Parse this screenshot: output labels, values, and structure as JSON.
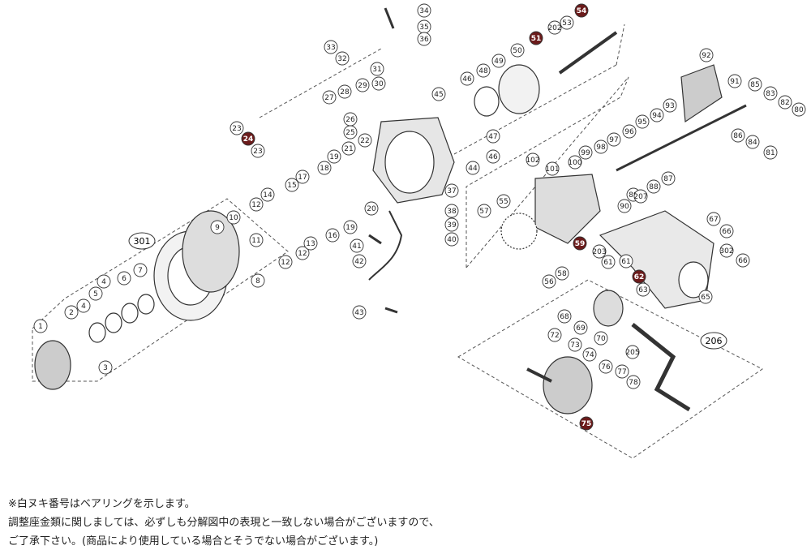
{
  "labels": [
    {
      "id": "1"
    },
    {
      "id": "2"
    },
    {
      "id": "3"
    },
    {
      "id": "4"
    },
    {
      "id": "4"
    },
    {
      "id": "5"
    },
    {
      "id": "6"
    },
    {
      "id": "7"
    },
    {
      "id": "8"
    },
    {
      "id": "9"
    },
    {
      "id": "10"
    },
    {
      "id": "11"
    },
    {
      "id": "12"
    },
    {
      "id": "12"
    },
    {
      "id": "12"
    },
    {
      "id": "13"
    },
    {
      "id": "14"
    },
    {
      "id": "15"
    },
    {
      "id": "16"
    },
    {
      "id": "17"
    },
    {
      "id": "18"
    },
    {
      "id": "19"
    },
    {
      "id": "19"
    },
    {
      "id": "20"
    },
    {
      "id": "21"
    },
    {
      "id": "22"
    },
    {
      "id": "23"
    },
    {
      "id": "23"
    },
    {
      "id": "24",
      "hl": true
    },
    {
      "id": "25"
    },
    {
      "id": "26"
    },
    {
      "id": "27"
    },
    {
      "id": "28"
    },
    {
      "id": "29"
    },
    {
      "id": "30"
    },
    {
      "id": "31"
    },
    {
      "id": "32"
    },
    {
      "id": "33"
    },
    {
      "id": "34"
    },
    {
      "id": "35"
    },
    {
      "id": "36"
    },
    {
      "id": "37"
    },
    {
      "id": "38"
    },
    {
      "id": "39"
    },
    {
      "id": "40"
    },
    {
      "id": "41"
    },
    {
      "id": "42"
    },
    {
      "id": "43"
    },
    {
      "id": "44"
    },
    {
      "id": "45"
    },
    {
      "id": "46"
    },
    {
      "id": "46"
    },
    {
      "id": "47"
    },
    {
      "id": "48"
    },
    {
      "id": "49"
    },
    {
      "id": "50"
    },
    {
      "id": "51",
      "hl": true
    },
    {
      "id": "53"
    },
    {
      "id": "54",
      "hl": true
    },
    {
      "id": "55"
    },
    {
      "id": "56"
    },
    {
      "id": "57"
    },
    {
      "id": "58"
    },
    {
      "id": "59",
      "hl": true
    },
    {
      "id": "61"
    },
    {
      "id": "61"
    },
    {
      "id": "62",
      "hl": true
    },
    {
      "id": "63"
    },
    {
      "id": "65"
    },
    {
      "id": "66"
    },
    {
      "id": "66"
    },
    {
      "id": "67"
    },
    {
      "id": "68"
    },
    {
      "id": "69"
    },
    {
      "id": "70"
    },
    {
      "id": "72"
    },
    {
      "id": "73"
    },
    {
      "id": "74"
    },
    {
      "id": "75",
      "hl": true
    },
    {
      "id": "76"
    },
    {
      "id": "77"
    },
    {
      "id": "78"
    },
    {
      "id": "80"
    },
    {
      "id": "81"
    },
    {
      "id": "82"
    },
    {
      "id": "83"
    },
    {
      "id": "84"
    },
    {
      "id": "85"
    },
    {
      "id": "86"
    },
    {
      "id": "87"
    },
    {
      "id": "88"
    },
    {
      "id": "89"
    },
    {
      "id": "90"
    },
    {
      "id": "91"
    },
    {
      "id": "92"
    },
    {
      "id": "93"
    },
    {
      "id": "94"
    },
    {
      "id": "95"
    },
    {
      "id": "96"
    },
    {
      "id": "97"
    },
    {
      "id": "98"
    },
    {
      "id": "99"
    },
    {
      "id": "100"
    },
    {
      "id": "101"
    },
    {
      "id": "102"
    },
    {
      "id": "202"
    },
    {
      "id": "203"
    },
    {
      "id": "205"
    },
    {
      "id": "207"
    },
    {
      "id": "302"
    }
  ],
  "groups": [
    {
      "id": "301"
    },
    {
      "id": "206"
    }
  ],
  "notes": {
    "line1": "※白ヌキ番号はベアリングを示します。",
    "line2": "調整座金類に関しましては、必ずしも分解図中の表現と一致しない場合がございますので、",
    "line3": "ご了承下さい。(商品により使用している場合とそうでない場合がございます。)"
  },
  "colors": {
    "line": "#333333",
    "label_fill": "#ffffff",
    "highlight_fill": "#6b1b1b",
    "highlight_text": "#ffffff",
    "dash": "#555555"
  }
}
